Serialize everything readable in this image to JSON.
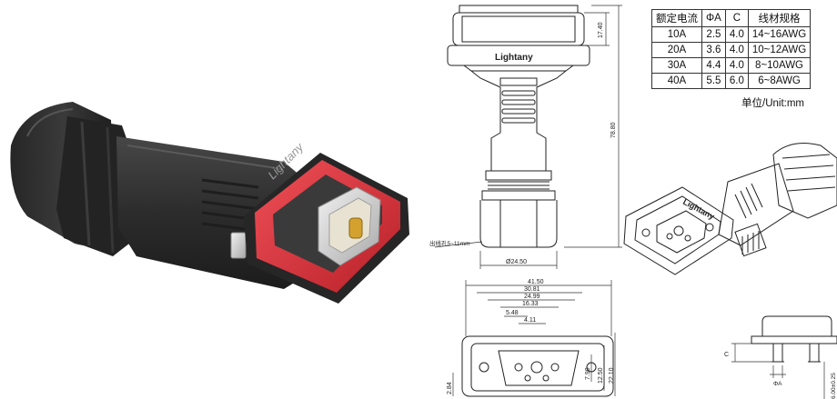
{
  "spec_table": {
    "headers": [
      "额定电流",
      "ΦA",
      "C",
      "线材规格"
    ],
    "rows": [
      [
        "10A",
        "2.5",
        "4.0",
        "14~16AWG"
      ],
      [
        "20A",
        "3.6",
        "4.0",
        "10~12AWG"
      ],
      [
        "30A",
        "4.4",
        "4.0",
        "8~10AWG"
      ],
      [
        "40A",
        "5.5",
        "6.0",
        "6~8AWG"
      ]
    ]
  },
  "unit_label": "单位/Unit:mm",
  "product_photo": {
    "brand_text": "Lightany",
    "colors": {
      "body": "#2d2d2d",
      "seal": "#e0343d",
      "contact": "#d3a12e"
    }
  },
  "side_view": {
    "brand_text": "Lightany",
    "dim_height_top": "17.40",
    "dim_height_total": "78.80",
    "dim_diameter": "Ø24.50",
    "cable_hole_note": "出线孔5~11mm"
  },
  "front_view": {
    "dims_widths": [
      "41.50",
      "30.81",
      "24.99",
      "16.33",
      "5.48",
      "4.11"
    ],
    "dims_heights": [
      "7.90",
      "12.50",
      "22.10"
    ],
    "dim_left": "2.84"
  },
  "iso_view": {
    "brand_text": "Lightany"
  },
  "detail_view": {
    "label_c": "C",
    "label_phi": "ΦA",
    "label_tol": "6.00±0.25"
  }
}
